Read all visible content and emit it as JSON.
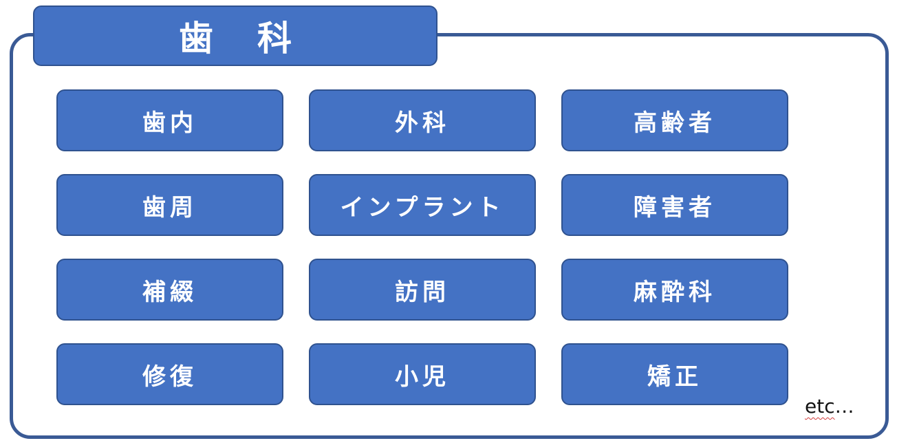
{
  "title": "歯科",
  "items": [
    [
      "歯内",
      "外科",
      "高齢者"
    ],
    [
      "歯周",
      "インプラント",
      "障害者"
    ],
    [
      "補綴",
      "訪問",
      "麻酔科"
    ],
    [
      "修復",
      "小児",
      "矯正"
    ]
  ],
  "etc_label": "etc",
  "etc_ellipsis": "…",
  "colors": {
    "box_fill": "#4472c4",
    "box_border": "#2f528f",
    "frame_border": "#3a5a95",
    "text": "#ffffff"
  }
}
